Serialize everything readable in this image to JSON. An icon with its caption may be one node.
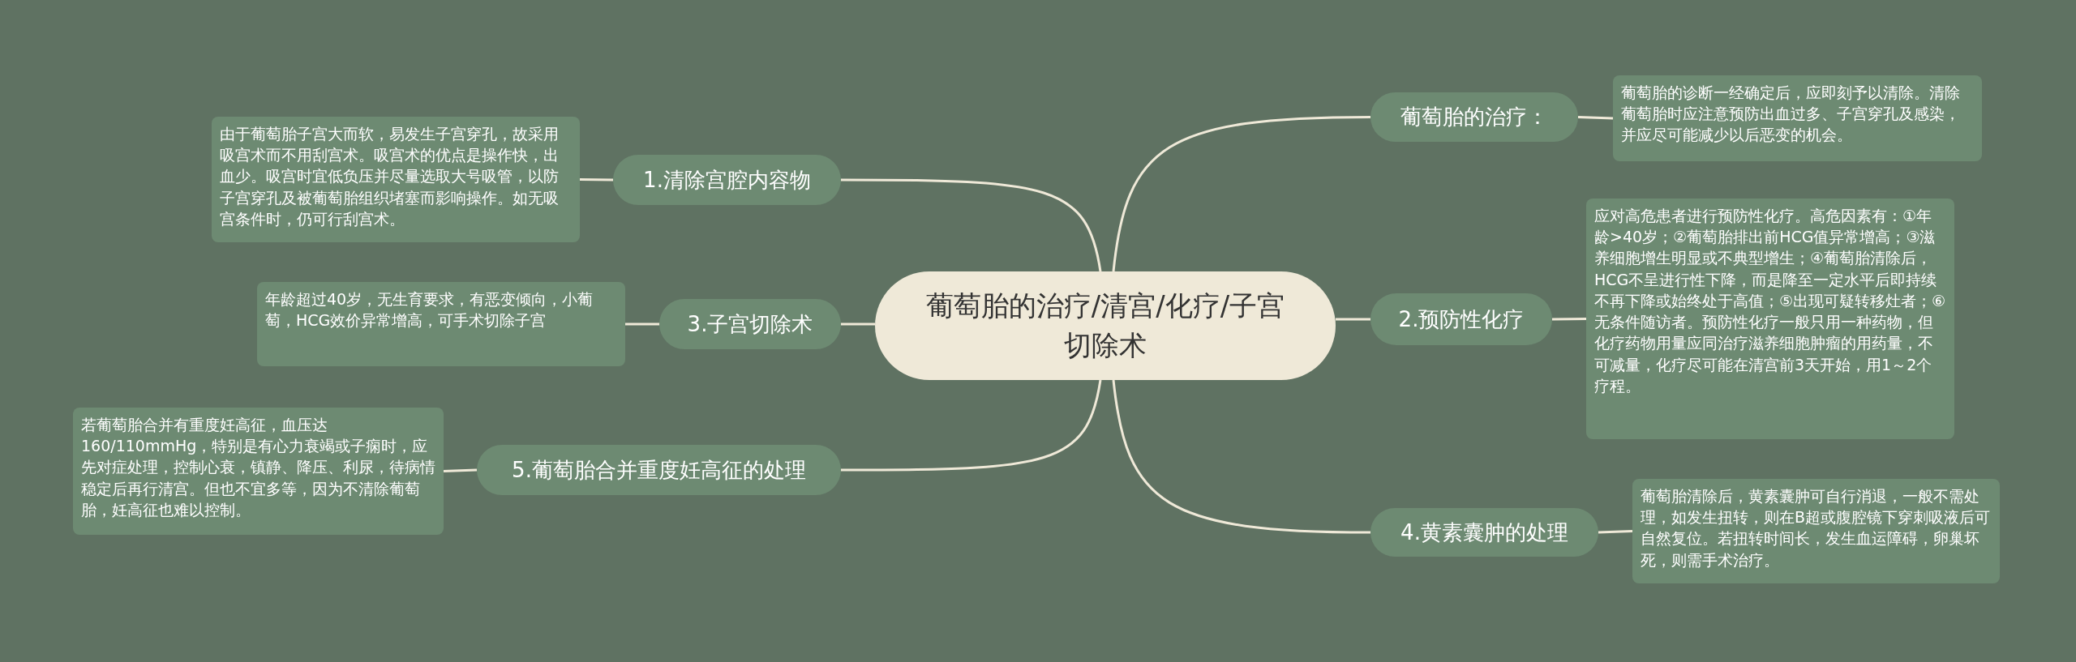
{
  "diagram": {
    "nodes": [
      {
        "text": [
          "葡萄胎的治疗/清宫/化疗/子宫切除术"
        ]
      },
      {
        "text": [
          "葡萄胎的治疗："
        ]
      },
      {
        "text": [
          "葡萄胎的诊断一经确定后，应即刻予以清除。清除葡萄胎时应注意预防出血过多、子宫穿孔及感染，并应尽可能减少以后恶变的机会。"
        ]
      },
      {
        "text": [
          "1.清除宫腔内容物"
        ]
      },
      {
        "text": [
          "由于葡萄胎子宫大而软，易发生子宫穿孔，故采用吸宫术而不用刮宫术。吸宫术的优点是操作快，出血少。吸宫时宜低负压并尽量选取大号吸管，以防子宫穿孔及被葡萄胎组织堵塞而影响操作。如无吸宫条件时，仍可行刮宫术。"
        ]
      },
      {
        "text": [
          "2.预防性化疗"
        ]
      },
      {
        "text": [
          "应对高危患者进行预防性化疗。高危因素有：①年龄>40岁；②葡萄胎排出前HCG值异常增高；③滋养细胞增生明显或不典型增生；④葡萄胎清除后，HCG不呈进行性下降，而是降至一定水平后即持续不再下降或始终处于高值；⑤出现可疑转移灶者；⑥无条件随访者。预防性化疗一般只用一种药物，但化疗药物用量应同治疗滋养细胞肿瘤的用药量，不可减量，化疗尽可能在清宫前3天开始，用1～2个疗程。"
        ]
      },
      {
        "text": [
          "3.子宫切除术"
        ]
      },
      {
        "text": [
          "年龄超过40岁，无生育要求，有恶变倾向，小葡萄，HCG效价异常增高，可手术切除子宫"
        ]
      },
      {
        "text": [
          "4.黄素囊肿的处理"
        ]
      },
      {
        "text": [
          "葡萄胎清除后，黄素囊肿可自行消退，一般不需处理，如发生扭转，则在B超或腹腔镜下穿刺吸液后可自然复位。若扭转时间长，发生血运障碍，卵巢坏死，则需手术治疗。"
        ]
      },
      {
        "text": [
          "5.葡萄胎合并重度妊高征的处理"
        ]
      },
      {
        "text": [
          "若葡萄胎合并有重度妊高征，血压达160/110mmHg，特别是有心力衰竭或子痫时，应先对症处理，控制心衰，镇静、降压、利尿，待病情稳定后再行清宫。但也不宜多等，因为不清除葡萄胎，妊高征也难以控制。"
        ]
      }
    ],
    "edges": [
      {
        "from": 0,
        "to": 1,
        "arrow": "none"
      },
      {
        "from": 1,
        "to": 2,
        "arrow": "none"
      },
      {
        "from": 0,
        "to": 3,
        "arrow": "none"
      },
      {
        "from": 3,
        "to": 4,
        "arrow": "none"
      },
      {
        "from": 0,
        "to": 5,
        "arrow": "none"
      },
      {
        "from": 5,
        "to": 6,
        "arrow": "none"
      },
      {
        "from": 0,
        "to": 7,
        "arrow": "none"
      },
      {
        "from": 7,
        "to": 8,
        "arrow": "none"
      },
      {
        "from": 0,
        "to": 9,
        "arrow": "none"
      },
      {
        "from": 9,
        "to": 10,
        "arrow": "none"
      },
      {
        "from": 0,
        "to": 11,
        "arrow": "none"
      },
      {
        "from": 11,
        "to": 12,
        "arrow": "none"
      }
    ]
  }
}
